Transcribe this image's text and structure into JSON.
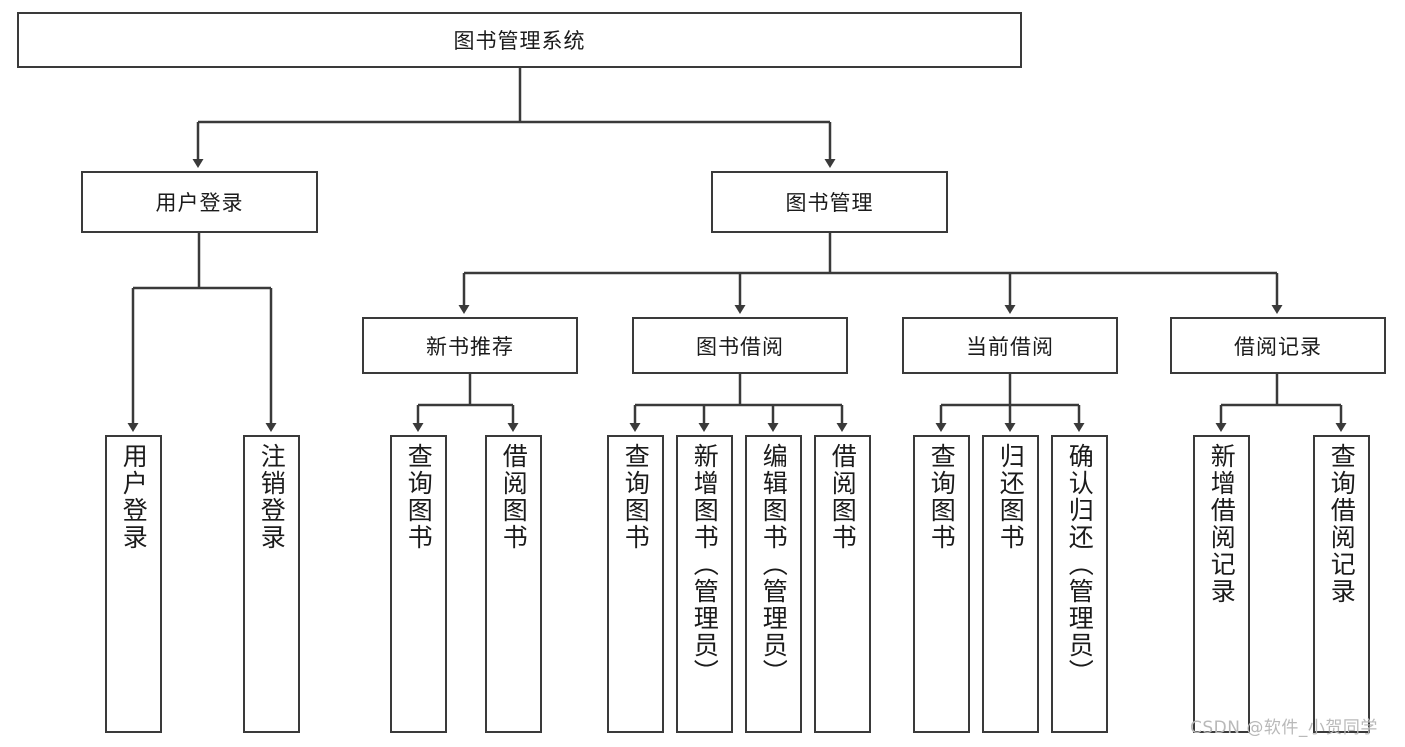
{
  "diagram": {
    "title_node": {
      "label": "图书管理系统"
    },
    "level2": [
      {
        "label": "用户登录"
      },
      {
        "label": "图书管理"
      }
    ],
    "level3": [
      {
        "label": "新书推荐"
      },
      {
        "label": "图书借阅"
      },
      {
        "label": "当前借阅"
      },
      {
        "label": "借阅记录"
      }
    ],
    "leaves": {
      "user_login": [
        {
          "label": "用户登录"
        },
        {
          "label": "注销登录"
        }
      ],
      "new_book_recommend": [
        {
          "label": "查询图书"
        },
        {
          "label": "借阅图书"
        }
      ],
      "book_borrow": [
        {
          "label": "查询图书"
        },
        {
          "label": "新增图书（管理员）"
        },
        {
          "label": "编辑图书（管理员）"
        },
        {
          "label": "借阅图书"
        }
      ],
      "current_borrow": [
        {
          "label": "查询图书"
        },
        {
          "label": "归还图书"
        },
        {
          "label": "确认归还（管理员）"
        }
      ],
      "borrow_record": [
        {
          "label": "新增借阅记录"
        },
        {
          "label": "查询借阅记录"
        }
      ]
    }
  },
  "watermark": {
    "text": "CSDN @软件_小贺同学"
  },
  "colors": {
    "stroke": "#3a3a3a",
    "text": "#1b1b1b",
    "background": "#ffffff",
    "watermark": "#b9b9b9"
  }
}
